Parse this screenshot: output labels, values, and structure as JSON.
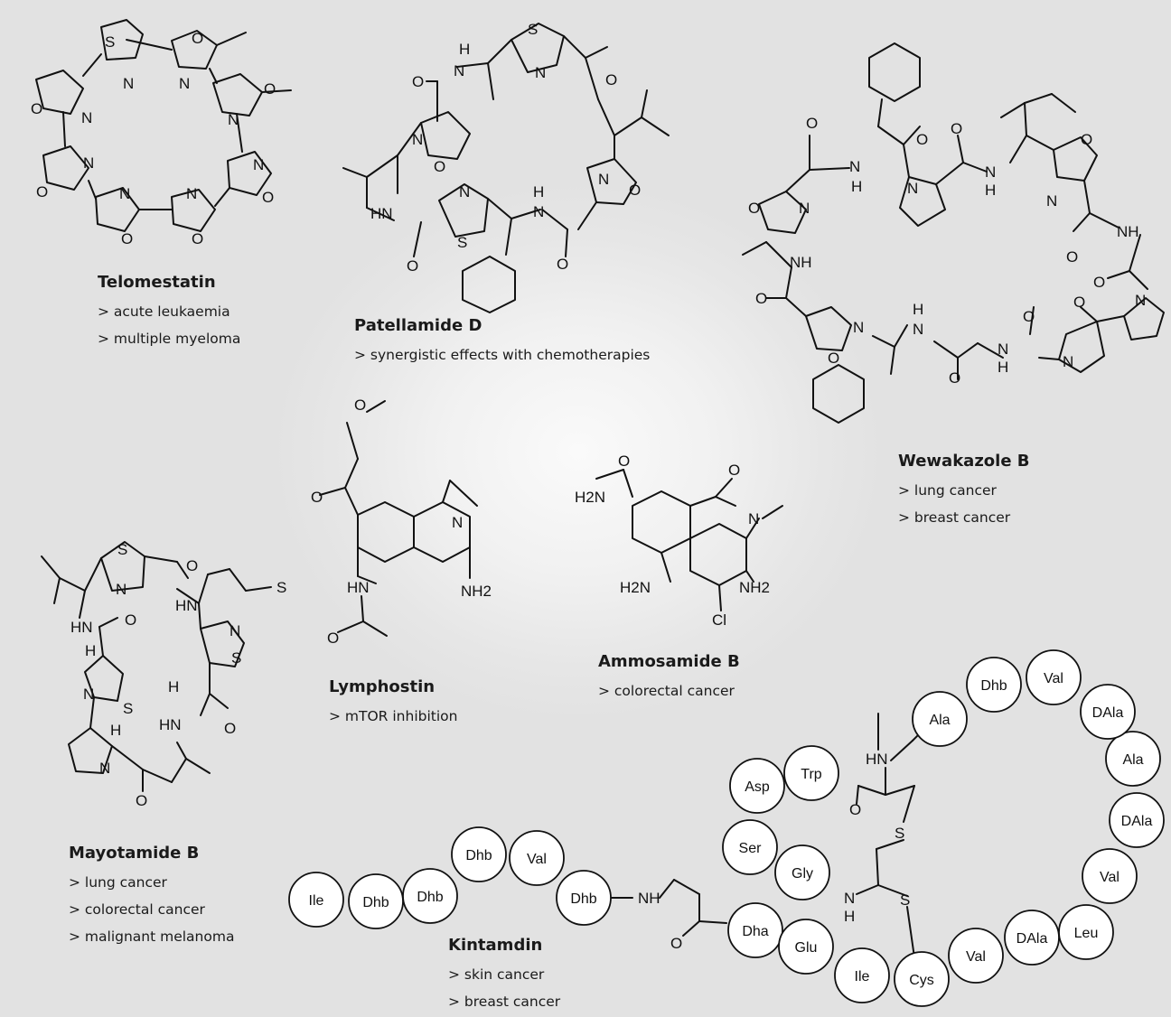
{
  "compounds": [
    {
      "name": "Telomestatin",
      "uses": [
        "> acute leukaemia",
        "> multiple myeloma"
      ]
    },
    {
      "name": "Patellamide D",
      "uses": [
        "> synergistic effects with chemotherapies"
      ]
    },
    {
      "name": "Wewakazole B",
      "uses": [
        "> lung cancer",
        "> breast cancer"
      ]
    },
    {
      "name": "Lymphostin",
      "uses": [
        "> mTOR inhibition"
      ]
    },
    {
      "name": "Ammosamide B",
      "uses": [
        "> colorectal cancer"
      ]
    },
    {
      "name": "Mayotamide B",
      "uses": [
        "> lung cancer",
        "> colorectal cancer",
        "> malignant melanoma"
      ]
    },
    {
      "name": "Kintamdin",
      "uses": [
        "> skin cancer",
        "> breast cancer"
      ]
    }
  ],
  "atom_labels": {
    "S": "S",
    "N": "N",
    "O": "O",
    "NH": "NH",
    "HN": "HN",
    "H": "H",
    "NH2": "NH2",
    "H2N": "H2N",
    "Cl": "Cl",
    "H_N": "H"
  },
  "kintamdin_chain": {
    "linear": [
      "Ile",
      "Dhb",
      "Dhb",
      "Dhb",
      "Val",
      "Dhb"
    ],
    "ring": [
      "Dha",
      "Glu",
      "Ile",
      "Cys",
      "Val",
      "DAla",
      "Leu",
      "Val",
      "DAla",
      "Ala",
      "DAla",
      "Val",
      "Dhb",
      "Ala",
      "Trp",
      "Asp",
      "Ser",
      "Gly"
    ]
  }
}
